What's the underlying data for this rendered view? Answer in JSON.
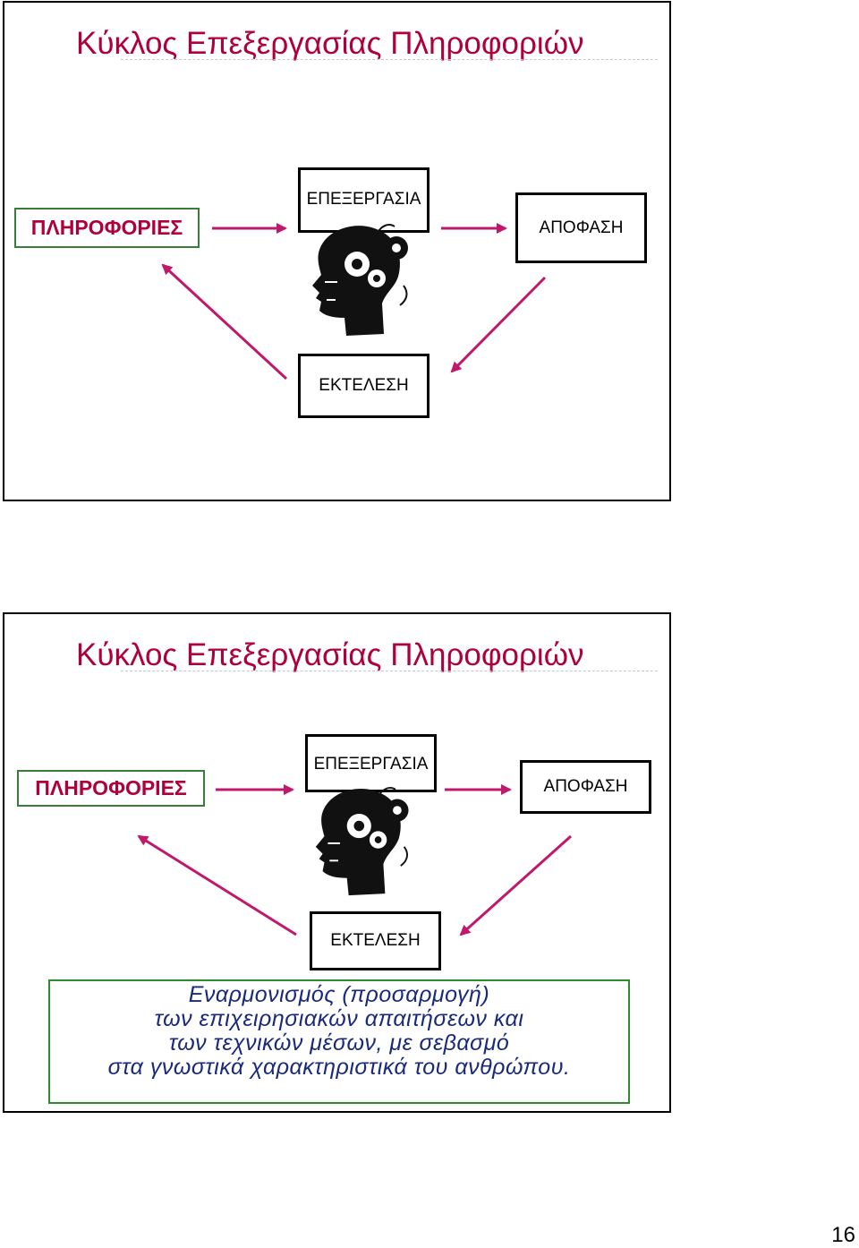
{
  "slides": [
    {
      "title": "Κύκλος Επεξεργασίας Πληροφοριών",
      "info_label": "ΠΛΗΡΟΦΟΡΙΕΣ",
      "processing_label": "ΕΠΕΞΕΡΓΑΣΙΑ",
      "decision_label": "ΑΠΟΦΑΣΗ",
      "execution_label": "ΕΚΤΕΛΕΣΗ"
    },
    {
      "title": "Κύκλος Επεξεργασίας Πληροφοριών",
      "info_label": "ΠΛΗΡΟΦΟΡΙΕΣ",
      "processing_label": "ΕΠΕΞΕΡΓΑΣΙΑ",
      "decision_label": "ΑΠΟΦΑΣΗ",
      "execution_label": "ΕΚΤΕΛΕΣΗ",
      "caption_lines": [
        "Εναρμονισμός (προσαρμογή)",
        "των επιχειρησιακών απαιτήσεων και",
        "των τεχνικών μέσων, με σεβασμό",
        "στα γνωστικά χαρακτηριστικά του ανθρώπου."
      ]
    }
  ],
  "page_number": "16",
  "colors": {
    "title": "#b0003a",
    "arrow": "#c0186a",
    "caption_text": "#1a2a7a",
    "caption_border": "#2e8b2e"
  },
  "icons": {
    "head": "thinking-head-gears-icon"
  }
}
